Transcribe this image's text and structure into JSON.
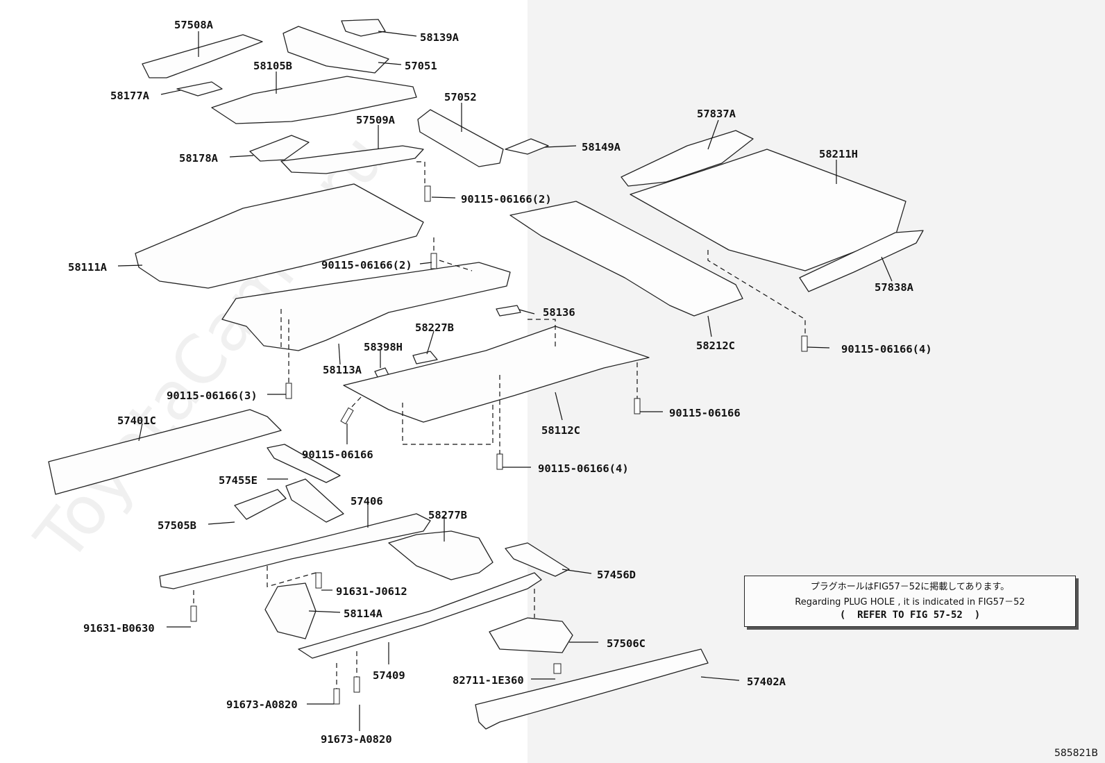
{
  "diagram": {
    "figure_code": "585821B",
    "watermark": "ToyotaCamry.ru",
    "note": {
      "jp": "プラグホールはFIG57－52に掲載してあります。",
      "en": "Regarding PLUG HOLE , it is indicated in FIG57－52",
      "ref": "(  REFER TO FIG 57-52  )"
    },
    "labels": {
      "l57508A": "57508A",
      "l58139A": "58139A",
      "l57051": "57051",
      "l58105B": "58105B",
      "l58177A": "58177A",
      "l57052": "57052",
      "l57509A": "57509A",
      "l58149A": "58149A",
      "l58178A": "58178A",
      "l90115_06166_2a": "90115-06166(2)",
      "l57837A": "57837A",
      "l58211H": "58211H",
      "l58111A": "58111A",
      "l90115_06166_2b": "90115-06166(2)",
      "l57838A": "57838A",
      "l58136": "58136",
      "l58227B": "58227B",
      "l58212C": "58212C",
      "l58398H": "58398H",
      "l90115_06166_4a": "90115-06166(4)",
      "l58113A": "58113A",
      "l90115_06166_3": "90115-06166(3)",
      "l90115_06166_a": "90115-06166",
      "l57401C": "57401C",
      "l58112C": "58112C",
      "l90115_06166_b": "90115-06166",
      "l90115_06166_4b": "90115-06166(4)",
      "l57455E": "57455E",
      "l57406": "57406",
      "l58277B": "58277B",
      "l57505B": "57505B",
      "l57456D": "57456D",
      "l91631_J0612": "91631-J0612",
      "l58114A": "58114A",
      "l91631_B0630": "91631-B0630",
      "l57506C": "57506C",
      "l57409": "57409",
      "l82711_1E360": "82711-1E360",
      "l57402A": "57402A",
      "l91673_A0820a": "91673-A0820",
      "l91673_A0820b": "91673-A0820"
    }
  }
}
